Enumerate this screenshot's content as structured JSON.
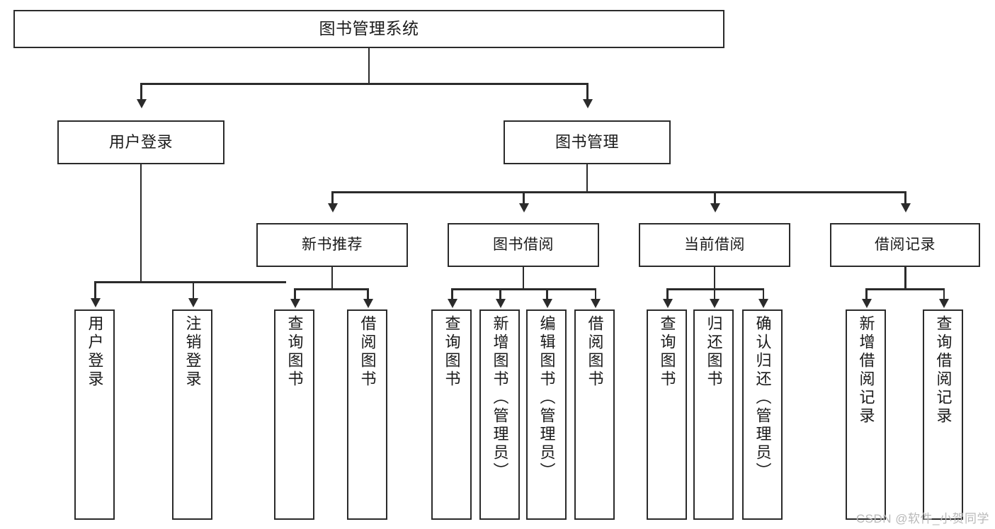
{
  "diagram": {
    "type": "tree-hierarchy",
    "title": "图书管理系统",
    "watermark": "CSDN @软件_小贺同学",
    "colors": {
      "stroke": "#2b2b2b",
      "fill": "#ffffff",
      "watermark": "#b9b9b9"
    },
    "nodes": {
      "root": {
        "label": "图书管理系统"
      },
      "level1": [
        {
          "id": "user-login",
          "label": "用户登录"
        },
        {
          "id": "book-management",
          "label": "图书管理"
        }
      ],
      "level2": [
        {
          "id": "new-book-recommend",
          "label": "新书推荐"
        },
        {
          "id": "book-borrow",
          "label": "图书借阅"
        },
        {
          "id": "current-borrow",
          "label": "当前借阅"
        },
        {
          "id": "borrow-record",
          "label": "借阅记录"
        }
      ],
      "leaves": {
        "user-login": [
          {
            "id": "leaf-user-login",
            "label": "用户登录"
          },
          {
            "id": "leaf-logout-login",
            "label": "注销登录"
          }
        ],
        "new-book-recommend": [
          {
            "id": "leaf-query-book-1",
            "label": "查询图书"
          },
          {
            "id": "leaf-borrow-book-1",
            "label": "借阅图书"
          }
        ],
        "book-borrow": [
          {
            "id": "leaf-query-book-2",
            "label": "查询图书"
          },
          {
            "id": "leaf-add-book",
            "label": "新增图书（管理员）"
          },
          {
            "id": "leaf-edit-book",
            "label": "编辑图书（管理员）"
          },
          {
            "id": "leaf-borrow-book-2",
            "label": "借阅图书"
          }
        ],
        "current-borrow": [
          {
            "id": "leaf-query-book-3",
            "label": "查询图书"
          },
          {
            "id": "leaf-return-book",
            "label": "归还图书"
          },
          {
            "id": "leaf-confirm-return",
            "label": "确认归还（管理员）"
          }
        ],
        "borrow-record": [
          {
            "id": "leaf-add-record",
            "label": "新增借阅记录"
          },
          {
            "id": "leaf-query-record",
            "label": "查询借阅记录"
          }
        ]
      }
    }
  }
}
